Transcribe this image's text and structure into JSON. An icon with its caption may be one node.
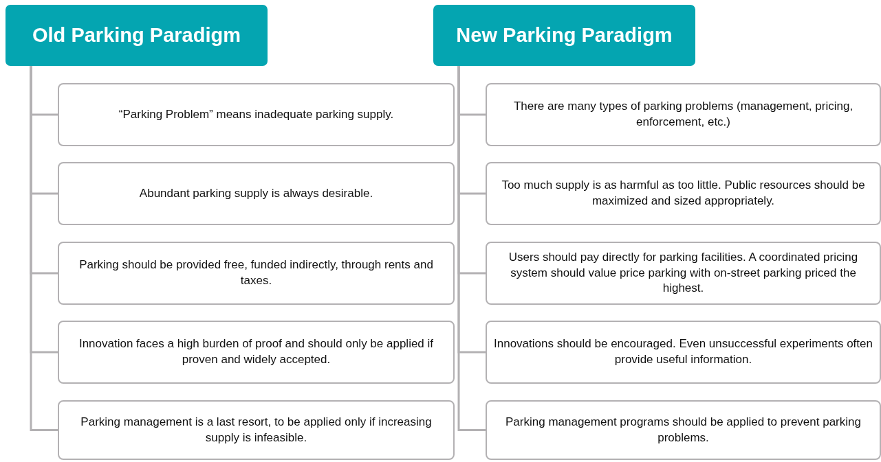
{
  "diagram": {
    "nodes": [
      {
        "text": [
          "Old Parking Paradigm"
        ]
      },
      {
        "text": [
          "“Parking Problem” means inadequate parking supply."
        ]
      },
      {
        "text": [
          "Abundant parking supply is always desirable."
        ]
      },
      {
        "text": [
          "Parking should be provided free, funded indirectly, through rents and taxes."
        ]
      },
      {
        "text": [
          "Innovation faces a high burden of proof and should only be applied if proven and widely accepted."
        ]
      },
      {
        "text": [
          "Parking management is a last resort, to be applied only if increasing supply is infeasible."
        ]
      },
      {
        "text": [
          "New Parking Paradigm"
        ]
      },
      {
        "text": [
          "There are many types of parking problems (management, pricing, enforcement, etc.)"
        ]
      },
      {
        "text": [
          "Too much supply is as harmful as too little. Public resources should be maximized and sized appropriately."
        ]
      },
      {
        "text": [
          "Users should pay directly for parking facilities. A coordinated pricing system should value price parking with on-street parking priced the highest."
        ]
      },
      {
        "text": [
          "Innovations should be encouraged. Even unsuccessful experiments often provide useful information."
        ]
      },
      {
        "text": [
          "Parking management programs should be applied to prevent parking problems."
        ]
      }
    ],
    "edges": [
      {
        "from": 0,
        "to": 1,
        "arrow": "none"
      },
      {
        "from": 0,
        "to": 2,
        "arrow": "none"
      },
      {
        "from": 0,
        "to": 3,
        "arrow": "none"
      },
      {
        "from": 0,
        "to": 4,
        "arrow": "none"
      },
      {
        "from": 0,
        "to": 5,
        "arrow": "none"
      },
      {
        "from": 6,
        "to": 7,
        "arrow": "none"
      },
      {
        "from": 6,
        "to": 8,
        "arrow": "none"
      },
      {
        "from": 6,
        "to": 9,
        "arrow": "none"
      },
      {
        "from": 6,
        "to": 10,
        "arrow": "none"
      },
      {
        "from": 6,
        "to": 11,
        "arrow": "none"
      }
    ]
  }
}
